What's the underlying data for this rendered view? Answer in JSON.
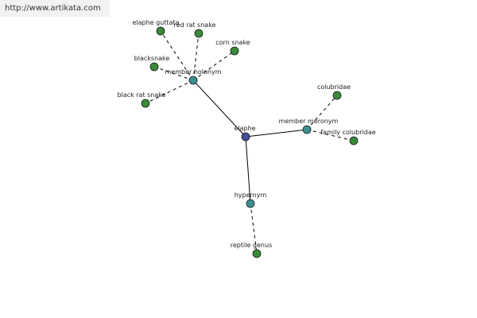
{
  "watermark": "http://www.artikata.com",
  "colors": {
    "root": "#3f4fa0",
    "relation": "#3e8f8f",
    "leaf": "#3a8a3a",
    "edge": "#000000"
  },
  "nodes": [
    {
      "id": "elaphe",
      "label": "elaphe",
      "kind": "root"
    },
    {
      "id": "member_holonym",
      "label": "member holonym",
      "kind": "relation"
    },
    {
      "id": "member_meronym",
      "label": "member meronym",
      "kind": "relation"
    },
    {
      "id": "hypernym",
      "label": "hypernym",
      "kind": "relation"
    },
    {
      "id": "elaphe_guttata",
      "label": "elaphe guttata",
      "kind": "leaf"
    },
    {
      "id": "red_rat_snake",
      "label": "red rat snake",
      "kind": "leaf"
    },
    {
      "id": "corn_snake",
      "label": "corn snake",
      "kind": "leaf"
    },
    {
      "id": "blacksnake",
      "label": "blacksnake",
      "kind": "leaf"
    },
    {
      "id": "black_rat_snake",
      "label": "black rat snake",
      "kind": "leaf"
    },
    {
      "id": "colubridae",
      "label": "colubridae",
      "kind": "leaf"
    },
    {
      "id": "family_colubridae",
      "label": "family colubridae",
      "kind": "leaf"
    },
    {
      "id": "reptile_genus",
      "label": "reptile genus",
      "kind": "leaf"
    }
  ],
  "edges": [
    {
      "from": "elaphe",
      "to": "member_holonym",
      "style": "solid"
    },
    {
      "from": "elaphe",
      "to": "member_meronym",
      "style": "solid"
    },
    {
      "from": "elaphe",
      "to": "hypernym",
      "style": "solid"
    },
    {
      "from": "member_holonym",
      "to": "elaphe_guttata",
      "style": "dashed"
    },
    {
      "from": "member_holonym",
      "to": "red_rat_snake",
      "style": "dashed"
    },
    {
      "from": "member_holonym",
      "to": "corn_snake",
      "style": "dashed"
    },
    {
      "from": "member_holonym",
      "to": "blacksnake",
      "style": "dashed"
    },
    {
      "from": "member_holonym",
      "to": "black_rat_snake",
      "style": "dashed"
    },
    {
      "from": "member_meronym",
      "to": "colubridae",
      "style": "dashed"
    },
    {
      "from": "member_meronym",
      "to": "family_colubridae",
      "style": "dashed"
    },
    {
      "from": "hypernym",
      "to": "reptile_genus",
      "style": "dashed"
    }
  ]
}
